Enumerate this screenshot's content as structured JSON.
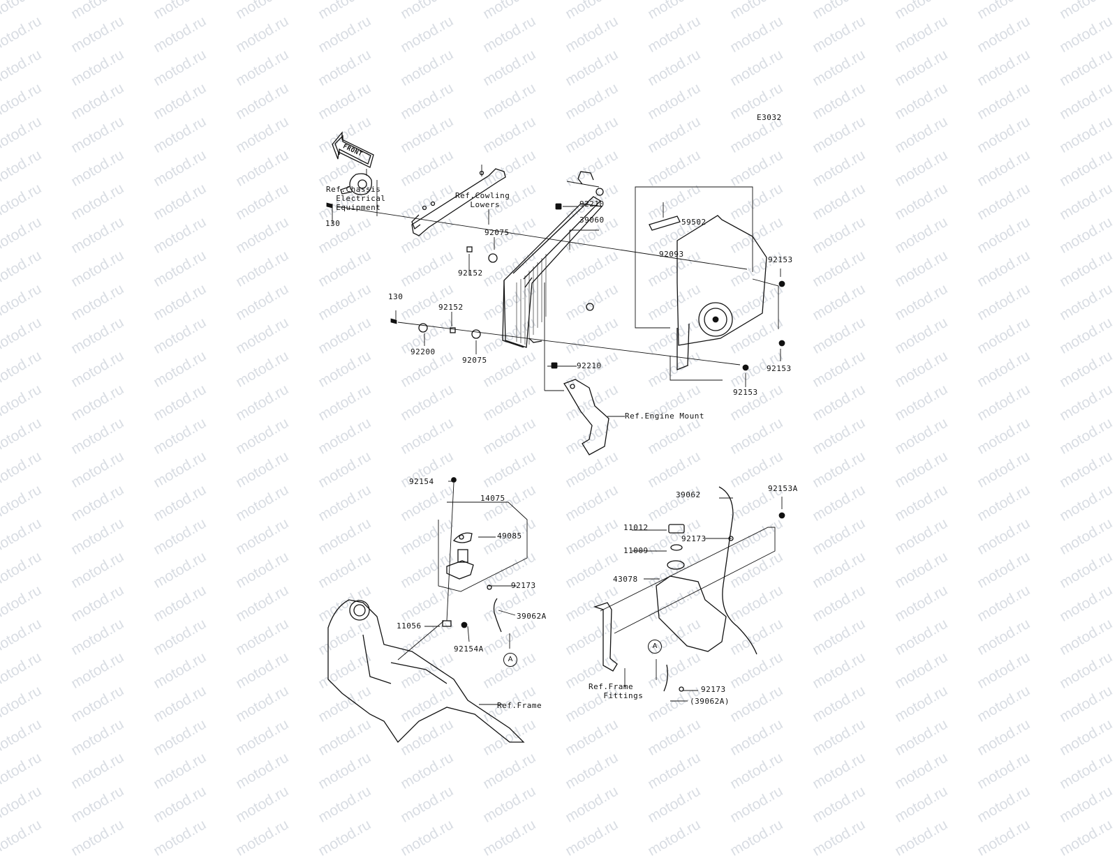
{
  "diagram_code": "E3032",
  "front_arrow_text": "FRONT",
  "watermark_text": "motod.ru",
  "part_labels": [
    {
      "id": "130",
      "text": "130"
    },
    {
      "id": "130b",
      "text": "130"
    },
    {
      "id": "92210",
      "text": "92210"
    },
    {
      "id": "39060",
      "text": "39060"
    },
    {
      "id": "59502",
      "text": "59502"
    },
    {
      "id": "92093",
      "text": "92093"
    },
    {
      "id": "92153",
      "text": "92153"
    },
    {
      "id": "92075",
      "text": "92075"
    },
    {
      "id": "92152",
      "text": "92152"
    },
    {
      "id": "92152b",
      "text": "92152"
    },
    {
      "id": "92200",
      "text": "92200"
    },
    {
      "id": "92075b",
      "text": "92075"
    },
    {
      "id": "92210b",
      "text": "92210"
    },
    {
      "id": "92153b",
      "text": "92153"
    },
    {
      "id": "92153c",
      "text": "92153"
    },
    {
      "id": "92154",
      "text": "92154"
    },
    {
      "id": "14075",
      "text": "14075"
    },
    {
      "id": "49085",
      "text": "49085"
    },
    {
      "id": "92173",
      "text": "92173"
    },
    {
      "id": "39062A",
      "text": "39062A"
    },
    {
      "id": "11056",
      "text": "11056"
    },
    {
      "id": "92154A",
      "text": "92154A"
    },
    {
      "id": "39062",
      "text": "39062"
    },
    {
      "id": "92153A",
      "text": "92153A"
    },
    {
      "id": "11012",
      "text": "11012"
    },
    {
      "id": "92173b",
      "text": "92173"
    },
    {
      "id": "11009",
      "text": "11009"
    },
    {
      "id": "43078",
      "text": "43078"
    },
    {
      "id": "92173c",
      "text": "92173"
    },
    {
      "id": "39062A_paren",
      "text": "(39062A)"
    }
  ],
  "reference_labels": [
    {
      "id": "chassis",
      "text": "Ref.Chassis\n  Electrical\n  Equipment"
    },
    {
      "id": "cowling",
      "text": "Ref.Cowling\n   Lowers"
    },
    {
      "id": "engine_mount",
      "text": "Ref.Engine Mount"
    },
    {
      "id": "frame",
      "text": "Ref.Frame"
    },
    {
      "id": "frame_fittings",
      "text": "Ref.Frame\n   Fittings"
    }
  ],
  "circle_markers": [
    {
      "id": "A1",
      "text": "A"
    },
    {
      "id": "A2",
      "text": "A"
    }
  ]
}
